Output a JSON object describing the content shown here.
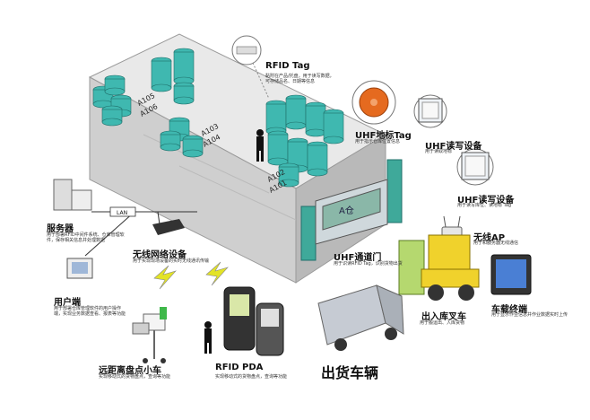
{
  "labels": {
    "rfid_tag": {
      "title": "RFID Tag",
      "desc": "黏附在产品/托盘，用于读写数据，可存储品名、日期等信息"
    },
    "uhf_floor_tag": {
      "title": "UHF地标Tag",
      "desc": "用于指示仓库位置信息"
    },
    "uhf_reader_1": {
      "title": "UHF读写设备",
      "desc": "用于读取地标"
    },
    "uhf_reader_2": {
      "title": "UHF读写设备",
      "desc": "用于读写库位、读地标 Tag"
    },
    "wireless_ap": {
      "title": "无线AP",
      "desc": "用于和服务器无线通信"
    },
    "vehicle_terminal": {
      "title": "车载终端",
      "desc": "用于显示作业信息并作业数据实时上传"
    },
    "forklift": {
      "title": "出入库叉车",
      "desc": "用于搬运出、入库货物"
    },
    "uhf_gate": {
      "title": "UHF通道门",
      "desc": "用于识读RFID Tag，识别货物出货"
    },
    "server": {
      "title": "服务器",
      "desc": "用于部署RFID中间件系统、仓库管理软件，保存相关信息并处理数据"
    },
    "user_terminal": {
      "title": "用户端",
      "desc": "用于部署仓库管理软件的用户操作端，实现业务数据查看、报表等功能"
    },
    "wireless_net": {
      "title": "无线网络设备",
      "desc": "用于实现现场设备的实时无线通讯传输"
    },
    "remote_cart": {
      "title": "远距离盘点小车",
      "desc": "实现移动式的货物盘点，查询等功能"
    },
    "rfid_pda": {
      "title": "RFID PDA",
      "desc": "实现移动式的货物盘点，查询等功能"
    },
    "truck": {
      "title": "出货车辆"
    }
  },
  "lan": "LAN",
  "gate_sign": "A仓",
  "rack_codes": [
    "A105",
    "A106",
    "A103",
    "A104",
    "A102",
    "A101"
  ]
}
